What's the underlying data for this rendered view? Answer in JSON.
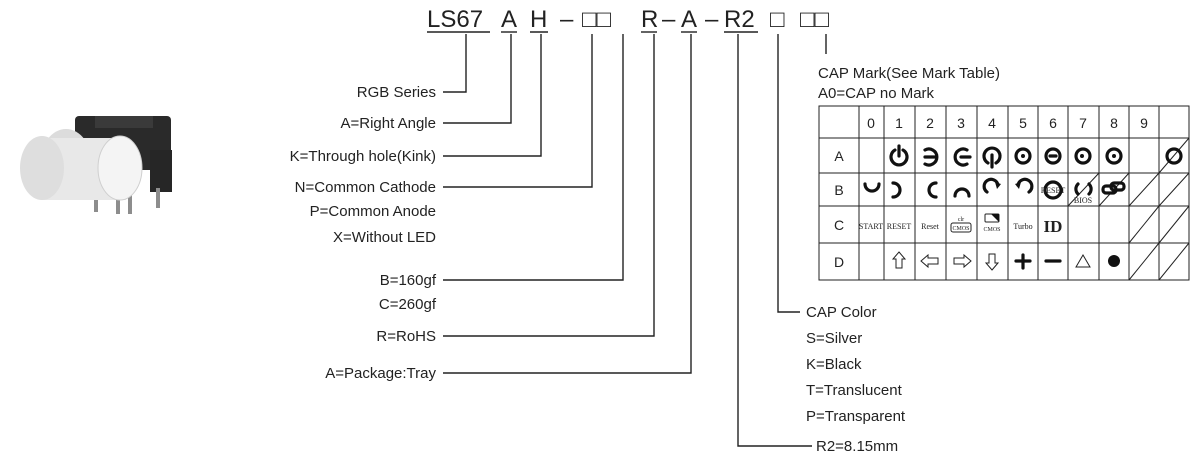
{
  "part_code": {
    "prefix": "LS67",
    "rgb": "A",
    "mount": "H",
    "dash1": "–",
    "led_boxes": "□□",
    "rohs": "R",
    "dash2": "–",
    "package": "A",
    "dash3": "–",
    "size": "R2",
    "color_box": "□",
    "mark_boxes": "□□"
  },
  "labels": {
    "rgb_series": "RGB Series",
    "right_angle": "A=Right Angle",
    "through_hole": "K=Through hole(Kink)",
    "common_cathode": "N=Common Cathode",
    "common_anode": "P=Common Anode",
    "without_led": "X=Without LED",
    "force_b": "B=160gf",
    "force_c": "C=260gf",
    "rohs": "R=RoHS",
    "package": "A=Package:Tray"
  },
  "cap_mark": {
    "title": "CAP Mark(See Mark Table)",
    "subtitle": "A0=CAP no Mark",
    "columns": [
      "0",
      "1",
      "2",
      "3",
      "4",
      "5",
      "6",
      "7",
      "8",
      "9"
    ],
    "rows": [
      "A",
      "B",
      "C",
      "D"
    ],
    "text_cells": {
      "start": "START",
      "reset_caps": "RESET",
      "reset": "Reset",
      "clr": "clr",
      "cmos": "CMOS",
      "cmos2": "CMOS",
      "turbo": "Turbo",
      "id": "ID",
      "reset_icon": "RESET",
      "bios": "BIOS"
    }
  },
  "cap_color": {
    "title": "CAP Color",
    "options": [
      "S=Silver",
      "K=Black",
      "T=Translucent",
      "P=Transparent"
    ]
  },
  "size_label": "R2=8.15mm"
}
